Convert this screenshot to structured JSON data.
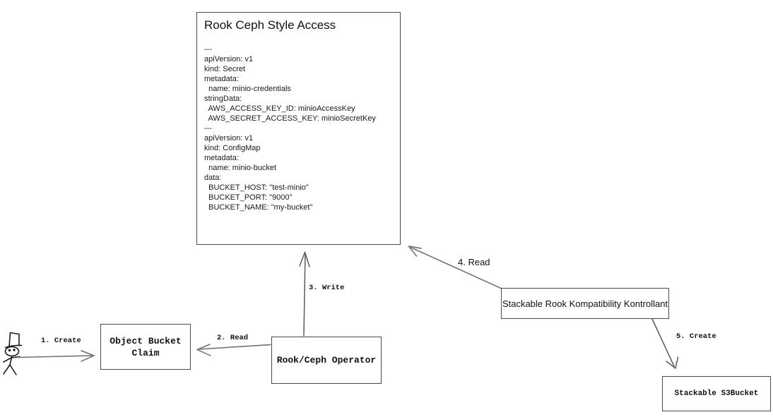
{
  "colors": {
    "box_border": "#4a4a4a",
    "arrow_stroke": "#6e6e6e",
    "figure_stroke": "#1c1c1c",
    "text": "#111111",
    "background": "#ffffff"
  },
  "main_box": {
    "title": "Rook Ceph Style Access",
    "yaml": [
      "---",
      "apiVersion: v1",
      "kind: Secret",
      "metadata:",
      "  name: minio-credentials",
      "stringData:",
      "  AWS_ACCESS_KEY_ID: minioAccessKey",
      "  AWS_SECRET_ACCESS_KEY: minioSecretKey",
      "---",
      "apiVersion: v1",
      "kind: ConfigMap",
      "metadata:",
      "  name: minio-bucket",
      "data:",
      "  BUCKET_HOST: \"test-minio\"",
      "  BUCKET_PORT: \"9000\"",
      "  BUCKET_NAME: \"my-bucket\""
    ]
  },
  "nodes": {
    "object_bucket_claim": "Object Bucket\nClaim",
    "rook_ceph_operator": "Rook/Ceph Operator",
    "stackable_rook_kompatibility_kontrollant": "Stackable Rook Kompatibility Kontrollant",
    "stackable_s3bucket": "Stackable S3Bucket"
  },
  "edge_labels": {
    "step1": "1. Create",
    "step2": "2. Read",
    "step3": "3. Write",
    "step4": "4. Read",
    "step5": "5. Create"
  },
  "icons": {
    "actor": "stick-figure-with-top-hat"
  }
}
